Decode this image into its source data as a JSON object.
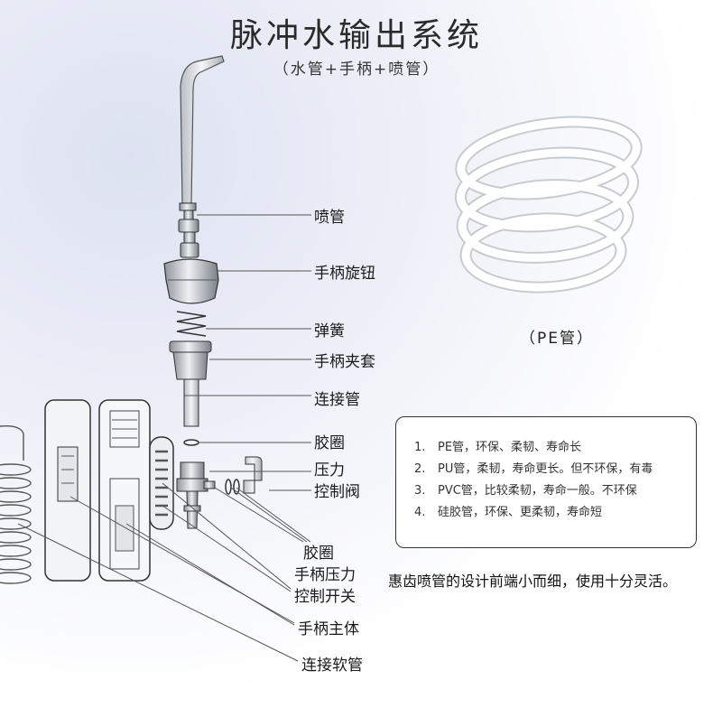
{
  "header": {
    "title": "脉冲水输出系统",
    "subtitle": "（水管+手柄+喷管）"
  },
  "labels": {
    "nozzle": "喷管",
    "handle_knob": "手柄旋钮",
    "spring": "弹簧",
    "handle_clamp": "手柄夹套",
    "connector_tube": "连接管",
    "o_ring_top": "胶圈",
    "pressure_valve_line1": "压力",
    "pressure_valve_line2": "控制阀",
    "o_ring_bottom": "胶圈",
    "pressure_switch_line1": "手柄压力",
    "pressure_switch_line2": "控制开关",
    "handle_body": "手柄主体",
    "connect_hose": "连接软管"
  },
  "pe_caption": "（PE管）",
  "info_list": [
    {
      "num": "1.",
      "text": "PE管，环保、柔韧、寿命长"
    },
    {
      "num": "2.",
      "text": "PU管，柔韧，寿命更长。但不环保，有毒"
    },
    {
      "num": "3.",
      "text": "PVC管，比较柔韧，寿命一般。不环保"
    },
    {
      "num": "4.",
      "text": "硅胶管，环保、更柔韧，寿命短"
    }
  ],
  "bottom_note": "惠齿喷管的设计前端小而细，使用十分灵活。",
  "colors": {
    "line": "#555555",
    "part_fill": "#d9dbe0",
    "part_stroke": "#333333",
    "hose": "#ffffff"
  }
}
